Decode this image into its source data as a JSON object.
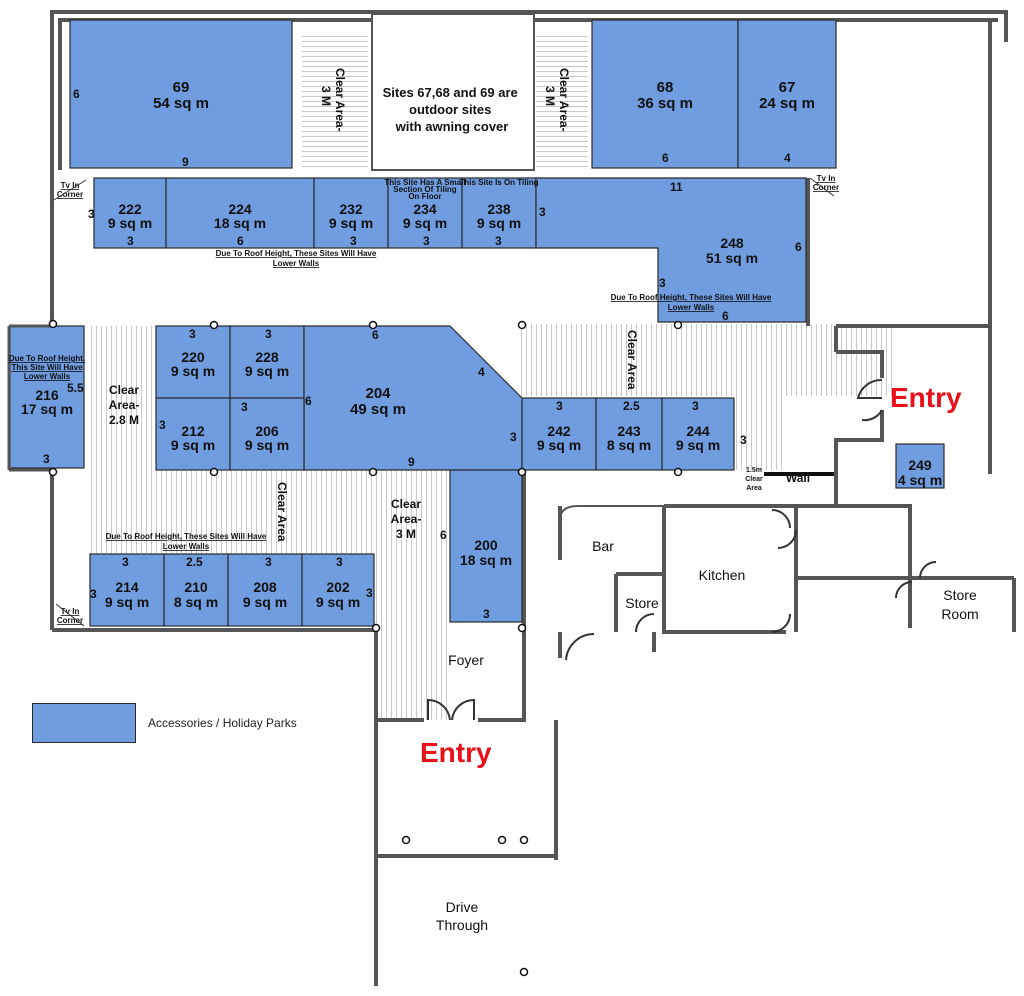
{
  "colors": {
    "site_fill": "#6f9de0",
    "wall": "#555555",
    "entry_text": "#e8101a",
    "hatch": "#cccccc"
  },
  "sites": [
    {
      "id": "69",
      "area": "54 sq m"
    },
    {
      "id": "68",
      "area": "36 sq m"
    },
    {
      "id": "67",
      "area": "24 sq m"
    },
    {
      "id": "222",
      "area": "9 sq m"
    },
    {
      "id": "224",
      "area": "18 sq m"
    },
    {
      "id": "232",
      "area": "9 sq m"
    },
    {
      "id": "234",
      "area": "9 sq m",
      "note": "This Site Has A Small Section Of Tiling On Floor"
    },
    {
      "id": "238",
      "area": "9 sq m",
      "note": "This Site Is On Tiling"
    },
    {
      "id": "248",
      "area": "51 sq m"
    },
    {
      "id": "216",
      "area": "17 sq m"
    },
    {
      "id": "220",
      "area": "9 sq m"
    },
    {
      "id": "228",
      "area": "9 sq m"
    },
    {
      "id": "204",
      "area": "49 sq m"
    },
    {
      "id": "212",
      "area": "9 sq m"
    },
    {
      "id": "206",
      "area": "9 sq m"
    },
    {
      "id": "242",
      "area": "9 sq m"
    },
    {
      "id": "243",
      "area": "8 sq m"
    },
    {
      "id": "244",
      "area": "9 sq m"
    },
    {
      "id": "249",
      "area": "4 sq m"
    },
    {
      "id": "200",
      "area": "18 sq m"
    },
    {
      "id": "214",
      "area": "9 sq m"
    },
    {
      "id": "210",
      "area": "8 sq m"
    },
    {
      "id": "208",
      "area": "9 sq m"
    },
    {
      "id": "202",
      "area": "9 sq m"
    }
  ],
  "dimensions": [
    "6",
    "9",
    "6",
    "4",
    "11",
    "3",
    "3",
    "6",
    "3",
    "3",
    "3",
    "3",
    "6",
    "3",
    "6",
    "5.5",
    "3",
    "3",
    "3",
    "6",
    "4",
    "3",
    "3",
    "6",
    "9",
    "3",
    "3",
    "2.5",
    "3",
    "3",
    "6",
    "3",
    "3",
    "2.5",
    "3",
    "3",
    "3",
    "3"
  ],
  "notes": {
    "outdoor": "Sites 67,68 and 69 are outdoor sites with awning cover",
    "outdoor_lines": [
      "Sites 67,68 and 69 are",
      "outdoor sites",
      "with awning cover"
    ],
    "roof_top": [
      "Due To Roof Height, These Sites Will Have",
      "Lower Walls"
    ],
    "roof_248": [
      "Due To Roof Height, These Sites Will Have",
      "Lower Walls"
    ],
    "roof_216": [
      "Due To Roof Height,",
      "This Site Will Have",
      "Lower Walls"
    ],
    "roof_bottom": [
      "Due To Roof Height, These Sites Will Have",
      "Lower Walls"
    ],
    "note_234": [
      "This Site Has A Small",
      "Section Of Tiling",
      "On Floor"
    ],
    "note_238": "This Site Is On Tiling",
    "tv_left_top": [
      "Tv In",
      "Corner"
    ],
    "tv_right_top": [
      "Tv In",
      "Corner"
    ],
    "tv_left_bottom": [
      "Tv In",
      "Corner"
    ]
  },
  "clear_areas": {
    "top_left": [
      "Clear Area-",
      "3 M"
    ],
    "top_right": [
      "Clear Area-",
      "3 M"
    ],
    "left": [
      "Clear",
      "Area-",
      "2.8 M"
    ],
    "middle": "Clear Area",
    "center": [
      "Clear",
      "Area-",
      "3 M"
    ],
    "right": "Clear Area",
    "small": [
      "1.5m",
      "Clear",
      "Area"
    ]
  },
  "rooms": {
    "bar": "Bar",
    "kitchen": "Kitchen",
    "store": "Store",
    "store_room": [
      "Store",
      "Room"
    ],
    "foyer": "Foyer",
    "drive_through": [
      "Drive",
      "Through"
    ],
    "wall": "Wall"
  },
  "entries": [
    "Entry",
    "Entry"
  ],
  "legend": {
    "label": "Accessories / Holiday Parks"
  }
}
